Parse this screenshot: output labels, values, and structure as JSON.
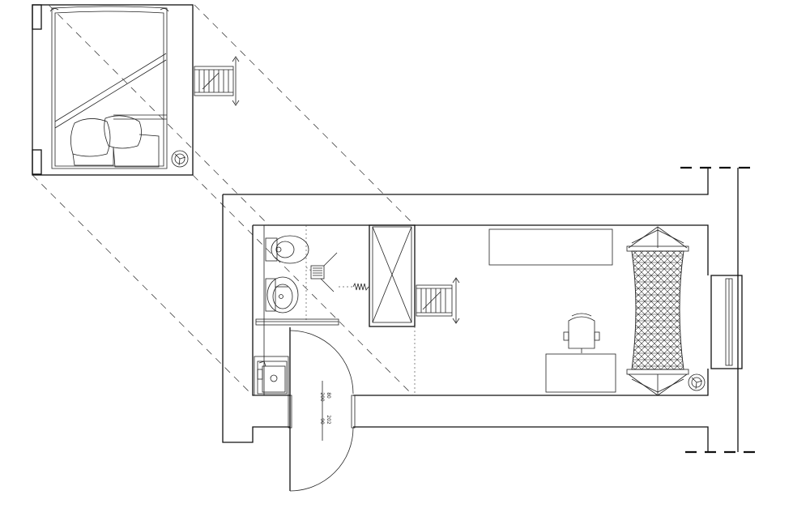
{
  "door_labels": {
    "upper_width": "80",
    "upper_height": "200",
    "lower_height": "202",
    "lower_width": "90"
  },
  "colors": {
    "line": "#111111",
    "background": "#ffffff"
  }
}
